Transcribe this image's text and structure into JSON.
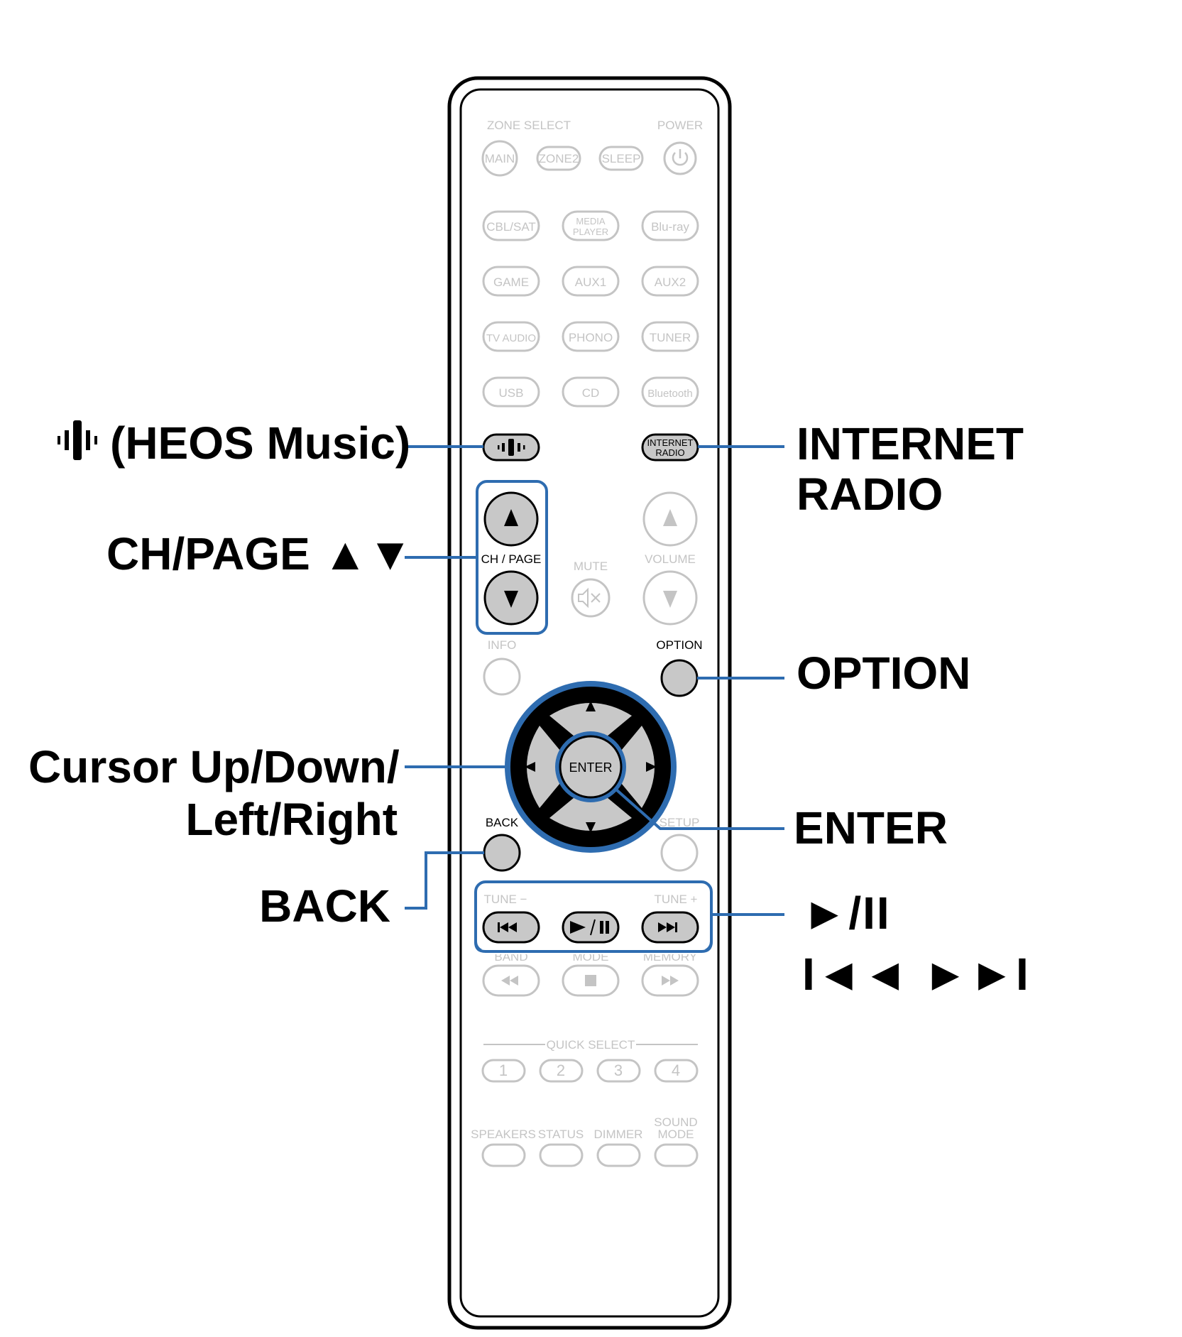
{
  "remote": {
    "sections": {
      "zone_select": "ZONE SELECT",
      "power": "POWER",
      "mute": "MUTE",
      "volume": "VOLUME",
      "ch_page": "CH / PAGE",
      "info": "INFO",
      "option": "OPTION",
      "back": "BACK",
      "setup": "SETUP",
      "tune_minus": "TUNE −",
      "tune_plus": "TUNE +",
      "band": "BAND",
      "mode": "MODE",
      "memory": "MEMORY",
      "quick_select": "QUICK SELECT",
      "speakers": "SPEAKERS",
      "status": "STATUS",
      "dimmer": "DIMMER",
      "sound_mode_1": "SOUND",
      "sound_mode_2": "MODE"
    },
    "buttons": {
      "main": "MAIN",
      "zone2": "ZONE2",
      "sleep": "SLEEP",
      "cbl_sat": "CBL/SAT",
      "media_player_1": "MEDIA",
      "media_player_2": "PLAYER",
      "bluray": "Blu-ray",
      "game": "GAME",
      "aux1": "AUX1",
      "aux2": "AUX2",
      "tv_audio": "TV AUDIO",
      "phono": "PHONO",
      "tuner": "TUNER",
      "usb": "USB",
      "cd": "CD",
      "bluetooth": "Bluetooth",
      "internet_radio_1": "INTERNET",
      "internet_radio_2": "RADIO",
      "enter": "ENTER",
      "quick1": "1",
      "quick2": "2",
      "quick3": "3",
      "quick4": "4"
    }
  },
  "callouts": {
    "heos": "(HEOS Music)",
    "ch_page": "CH/PAGE ▲▼",
    "cursor_line1": "Cursor Up/Down/",
    "cursor_line2": "Left/Right",
    "back": "BACK",
    "internet_radio_line1": "INTERNET",
    "internet_radio_line2": "RADIO",
    "option": "OPTION",
    "enter": "ENTER",
    "play_pause": "►/II",
    "skip": "I◄◄ ►►I"
  },
  "colors": {
    "highlight": "#2e6cb0",
    "active_fill": "#c8c8c8",
    "inactive": "#c4c4c4"
  }
}
